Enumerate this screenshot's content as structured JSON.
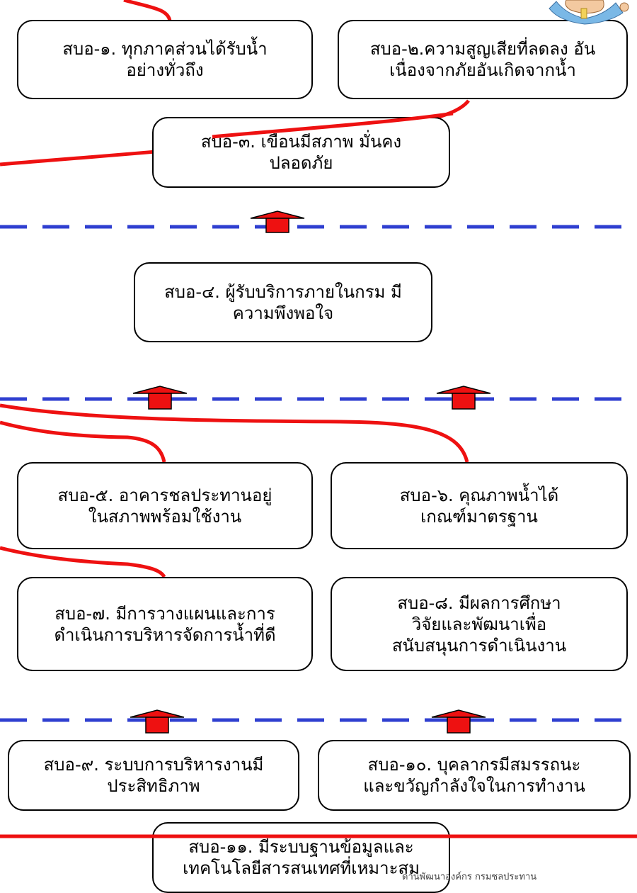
{
  "boxes": {
    "b1": [
      "สบอ-๑. ทุกภาคส่วนได้รับน้ำ",
      "อย่างทั่วถึง"
    ],
    "b2": [
      "สบอ-๒.ความสูญเสียที่ลดลง อัน",
      "เนื่องจากภัยอันเกิดจากน้ำ"
    ],
    "b3": [
      "สบอ-๓. เขื่อนมีสภาพ มั่นคง",
      "ปลอดภัย"
    ],
    "b4": [
      "สบอ-๔. ผู้รับบริการภายในกรม มี",
      "ความพึงพอใจ"
    ],
    "b5": [
      "สบอ-๕. อาคารชลประทานอยู่",
      "ในสภาพพร้อมใช้งาน"
    ],
    "b6": [
      "สบอ-๖. คุณภาพน้ำได้",
      "เกณฑ์มาตรฐาน"
    ],
    "b7": [
      "สบอ-๗. มีการวางแผนและการ",
      "ดำเนินการบริหารจัดการน้ำที่ดี"
    ],
    "b8": [
      "สบอ-๘. มีผลการศึกษา",
      "วิจัยและพัฒนาเพื่อ",
      "สนับสนุนการดำเนินงาน"
    ],
    "b9": [
      "สบอ-๙. ระบบการบริหารงานมี",
      "ประสิทธิภาพ"
    ],
    "b10": [
      "สบอ-๑๐. บุคลากรมีสมรรถนะ",
      "และขวัญกำลังใจในการทำงาน"
    ],
    "b11": [
      "สบอ-๑๑. มีระบบฐานข้อมูลและ",
      "เทคโนโลยีสารสนเทศที่เหมาะสม"
    ]
  },
  "footer_note": "ดานพัฒนาองค์กร กรมชลประทาน",
  "colors": {
    "dash": "#2f3fd0",
    "link": "#ee1111",
    "arrow": "#ee1111"
  },
  "icons": {
    "mascot": "cartoon-mascot-icon"
  }
}
